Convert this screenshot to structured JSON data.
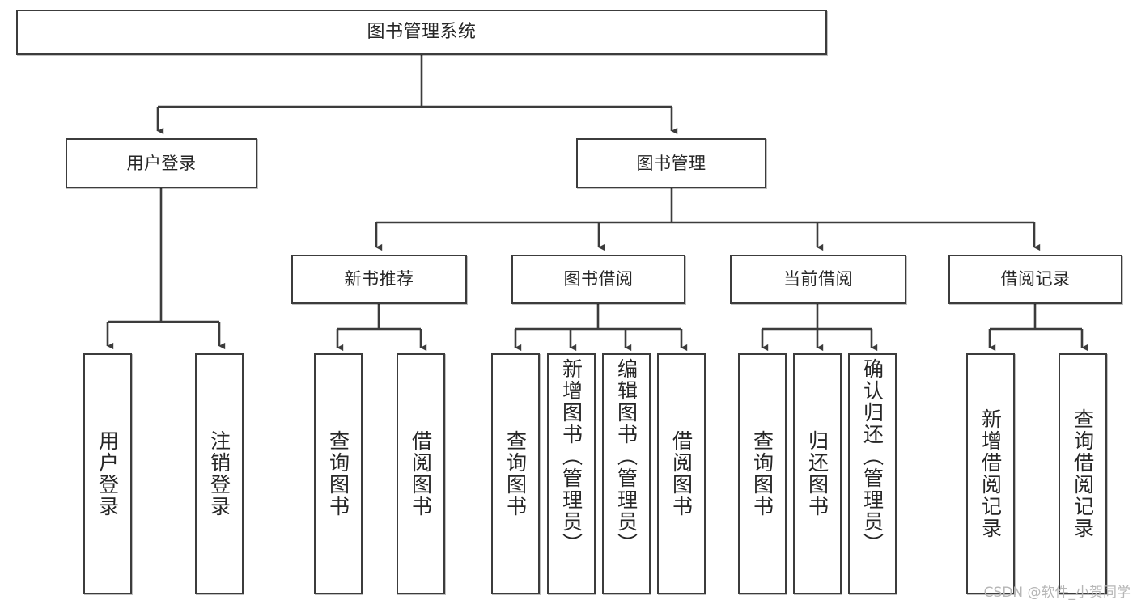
{
  "diagram": {
    "title": "图书管理系统",
    "type": "hierarchy-tree",
    "watermark": "CSDN @软件_小贺同学",
    "colors": {
      "border": "#3c3c3c",
      "background": "#ffffff",
      "text": "#262626",
      "watermark": "#b6b6b6"
    },
    "root": {
      "label": "图书管理系统"
    },
    "level2": [
      {
        "label": "用户登录"
      },
      {
        "label": "图书管理"
      }
    ],
    "level3": [
      {
        "label": "新书推荐"
      },
      {
        "label": "图书借阅"
      },
      {
        "label": "当前借阅"
      },
      {
        "label": "借阅记录"
      }
    ],
    "leaves": {
      "user_login": [
        {
          "label": "用户登录"
        },
        {
          "label": "注销登录"
        }
      ],
      "new_book": [
        {
          "label": "查询图书"
        },
        {
          "label": "借阅图书"
        }
      ],
      "book_borrow": [
        {
          "label": "查询图书"
        },
        {
          "label": "新增图书（管理员）"
        },
        {
          "label": "编辑图书（管理员）"
        },
        {
          "label": "借阅图书"
        }
      ],
      "current_borrow": [
        {
          "label": "查询图书"
        },
        {
          "label": "归还图书"
        },
        {
          "label": "确认归还（管理员）"
        }
      ],
      "borrow_record": [
        {
          "label": "新增借阅记录"
        },
        {
          "label": "查询借阅记录"
        }
      ]
    }
  }
}
